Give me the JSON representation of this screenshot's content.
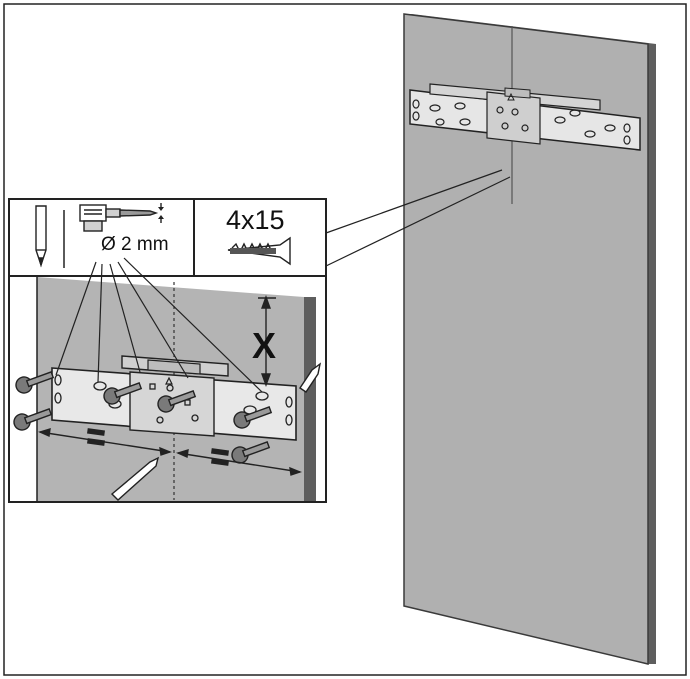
{
  "labels": {
    "drill_diameter": "Ø 2 mm",
    "screw_size": "4x15",
    "height_dimension": "X"
  },
  "colors": {
    "panel": "#b0b0b0",
    "panel_edge": "#5e5e5e",
    "bracket": "#e6e6e6",
    "outline": "#1a1a1a"
  },
  "icons": [
    "pencil-icon",
    "drill-icon",
    "screw-icon"
  ]
}
